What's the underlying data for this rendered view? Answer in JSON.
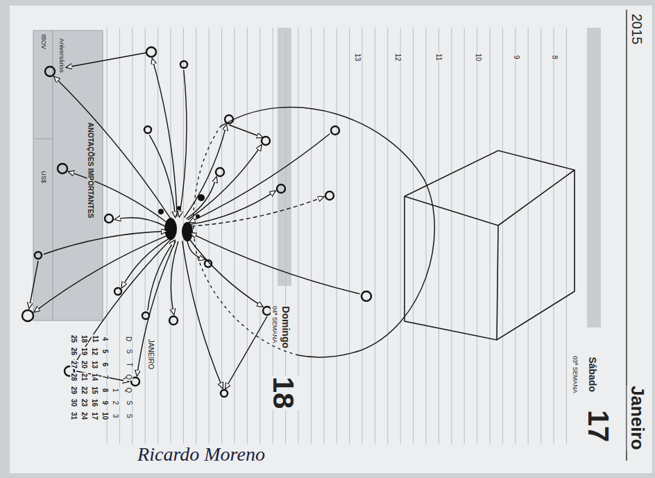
{
  "diagram": {
    "labels": [
      "2015",
      "Janeiro",
      "Sábado",
      "03ª SEMANA",
      "17",
      "8",
      "9",
      "10",
      "11",
      "12",
      "13",
      "Domingo",
      "04ª SEMANA",
      "18",
      "Aniversários",
      "IBOV",
      "ANOTAÇÕES IMPORTANTES",
      "US$",
      "JANEIRO",
      "D",
      "S",
      "T",
      "Q",
      "Q",
      "S",
      "S",
      "1",
      "2",
      "3",
      "4",
      "5",
      "6",
      "7",
      "8",
      "9",
      "10",
      "11",
      "12",
      "13",
      "14",
      "15",
      "16",
      "17",
      "18",
      "19",
      "20",
      "21",
      "22",
      "23",
      "24",
      "25",
      "26",
      "27",
      "28",
      "29",
      "30",
      "31",
      "Ricardo Moreno"
    ]
  }
}
